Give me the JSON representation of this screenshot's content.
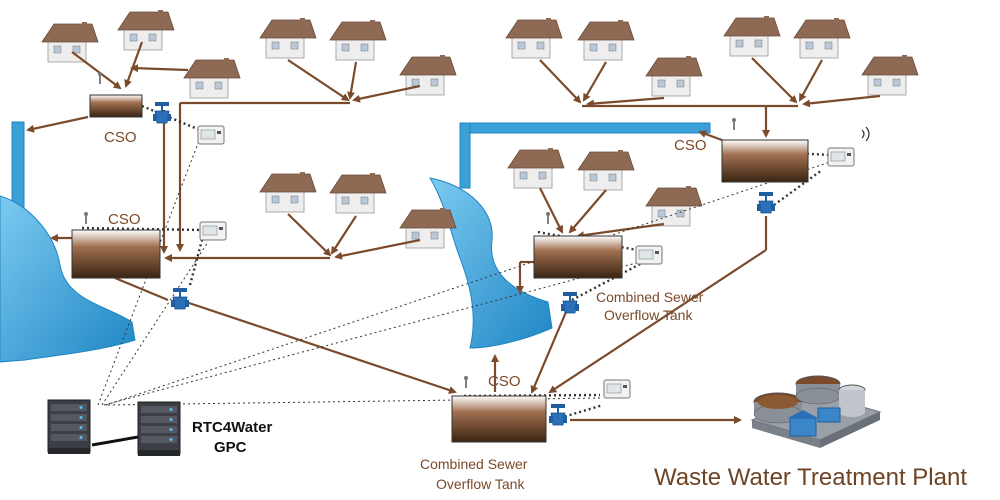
{
  "labels": {
    "cso_1": "CSO",
    "cso_2": "CSO",
    "cso_3": "CSO",
    "cso_4": "CSO",
    "tank_upper_line1": "Combined Sewer",
    "tank_upper_line2": "Overflow Tank",
    "tank_lower_line1": "Combined Sewer",
    "tank_lower_line2": "Overflow Tank",
    "rtc_line1": "RTC4Water",
    "rtc_line2": "GPC",
    "wwtp": "Waste Water Treatment Plant"
  },
  "colors": {
    "sewer_pipe": "#7b4a2b",
    "river": "#3aa0d6",
    "tank_sludge": "#5b3a22",
    "comm_link": "#333333",
    "house_roof": "#8e6a55",
    "house_wall": "#eeeeee",
    "valve": "#2a6fb8"
  },
  "icons": [
    "house-icon",
    "tank-icon",
    "valve-icon",
    "controller-icon",
    "antenna-icon",
    "server-icon",
    "treatment-plant-icon"
  ]
}
